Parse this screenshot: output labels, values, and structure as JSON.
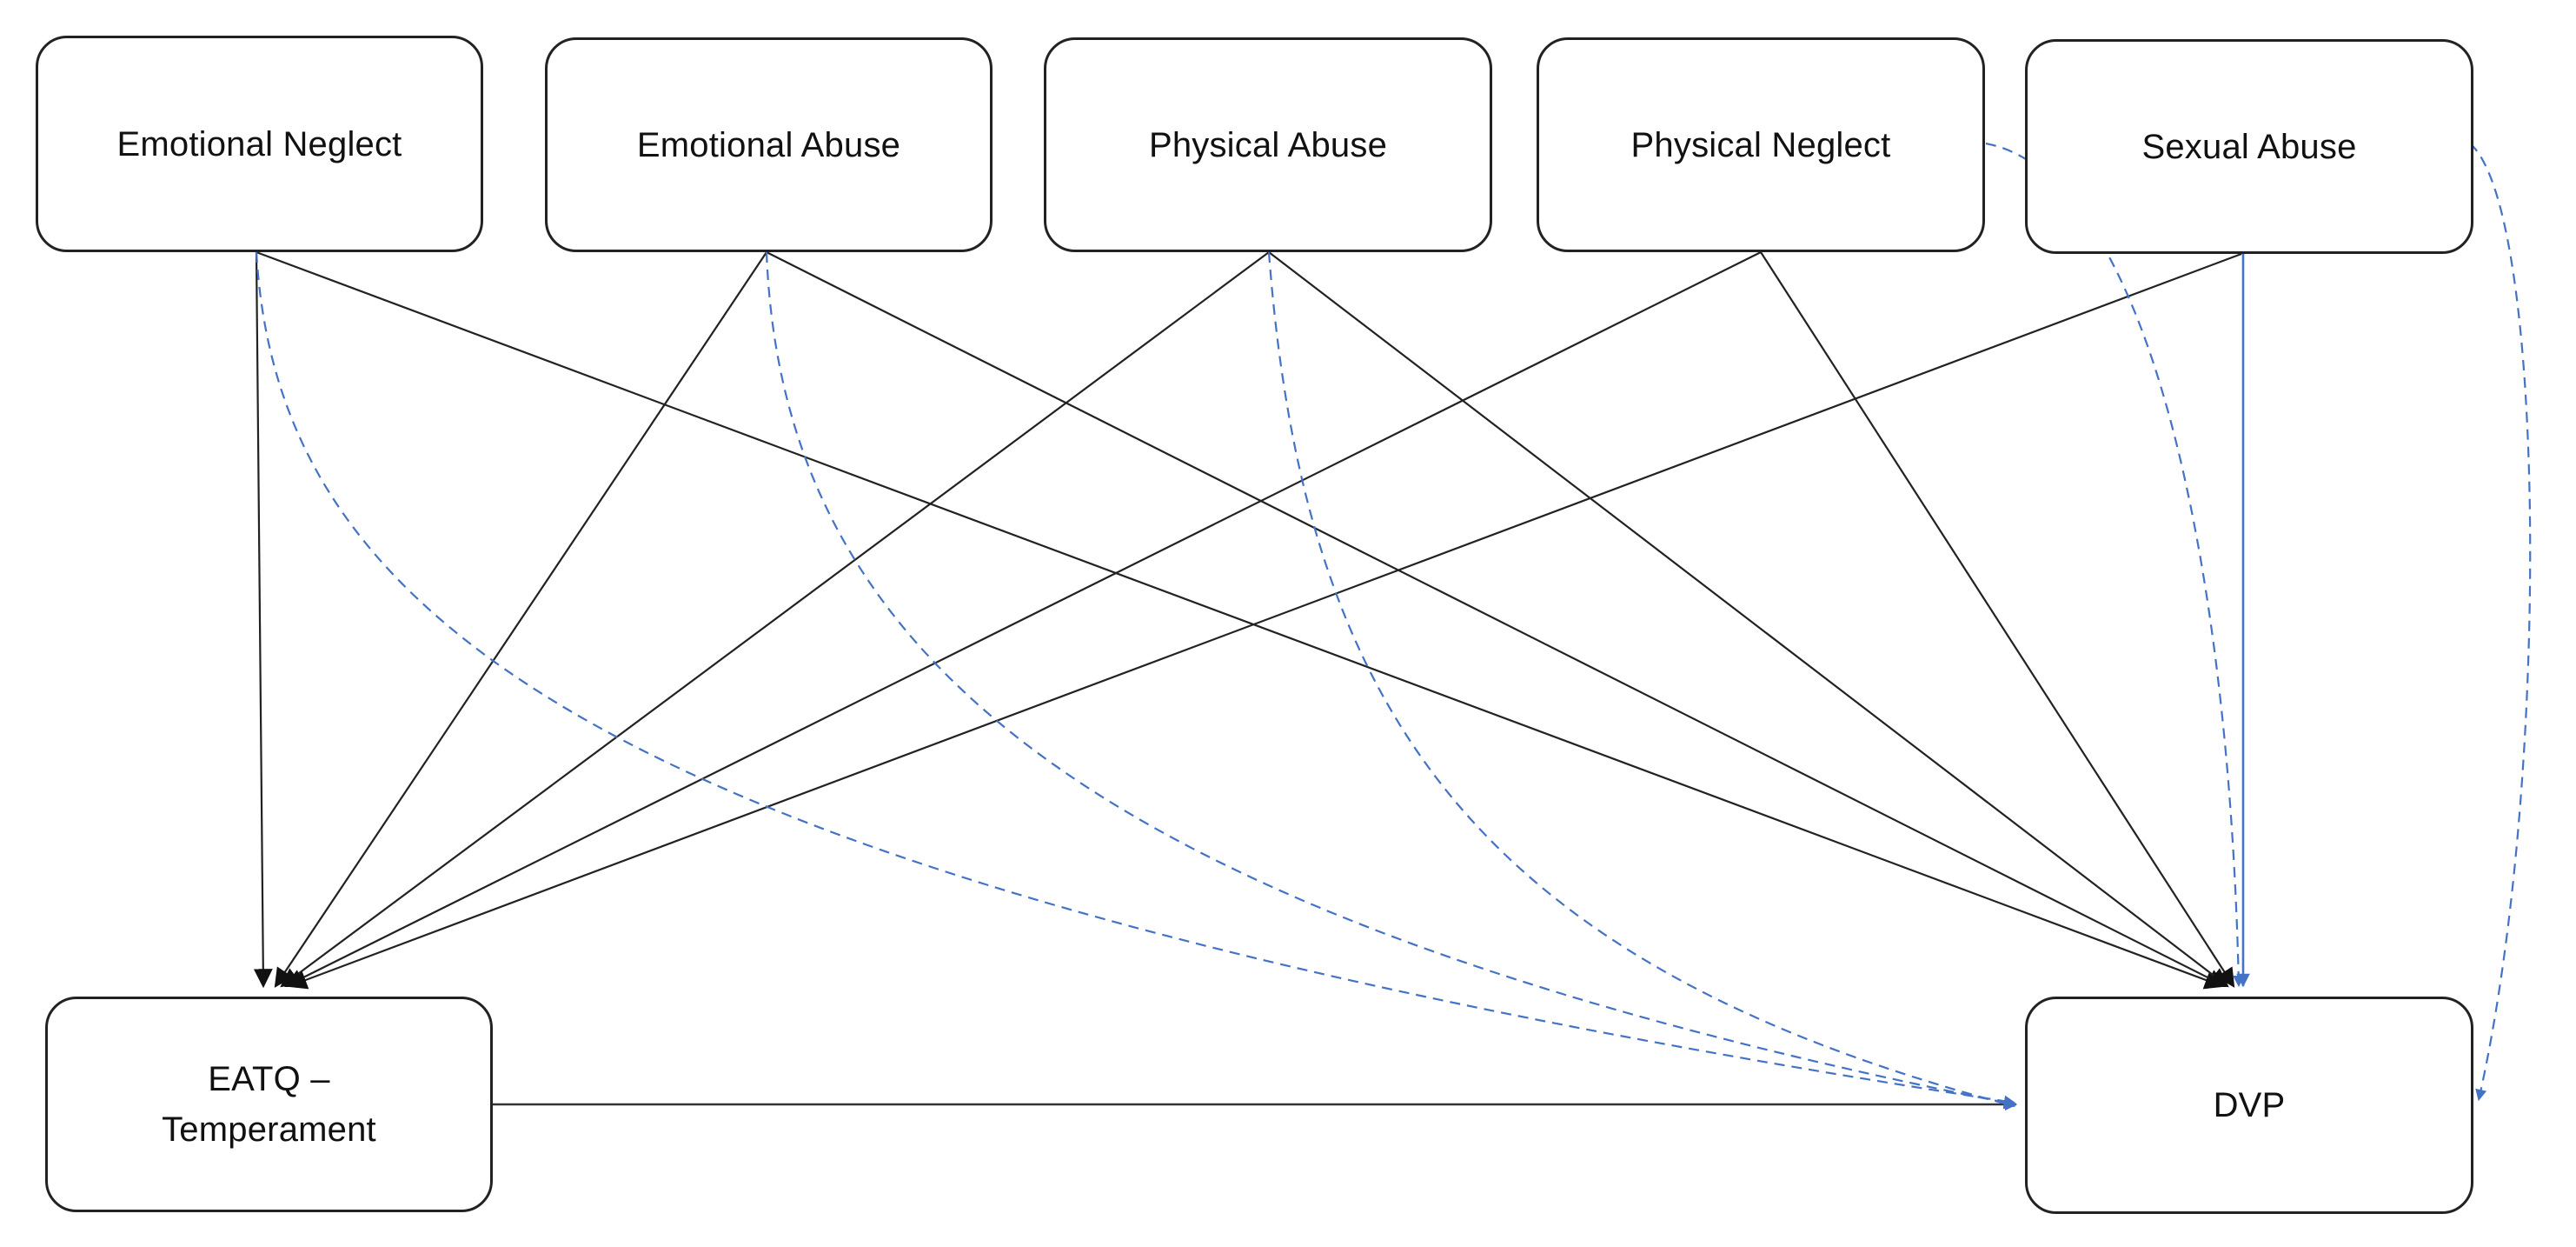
{
  "diagram": {
    "nodes": [
      {
        "id": "emotional_neglect",
        "label": "Emotional Neglect"
      },
      {
        "id": "emotional_abuse",
        "label": "Emotional Abuse"
      },
      {
        "id": "physical_abuse",
        "label": "Physical Abuse"
      },
      {
        "id": "physical_neglect",
        "label": "Physical Neglect"
      },
      {
        "id": "sexual_abuse",
        "label": "Sexual Abuse"
      },
      {
        "id": "eatq",
        "label": "EATQ – Temperament"
      },
      {
        "id": "dvp",
        "label": "DVP"
      }
    ],
    "edges": [
      {
        "from": "emotional_neglect",
        "to": "eatq",
        "style": "solid"
      },
      {
        "from": "emotional_neglect",
        "to": "dvp",
        "style": "solid"
      },
      {
        "from": "emotional_abuse",
        "to": "eatq",
        "style": "solid"
      },
      {
        "from": "emotional_abuse",
        "to": "dvp",
        "style": "solid"
      },
      {
        "from": "physical_abuse",
        "to": "eatq",
        "style": "solid"
      },
      {
        "from": "physical_abuse",
        "to": "dvp",
        "style": "solid"
      },
      {
        "from": "physical_neglect",
        "to": "eatq",
        "style": "solid"
      },
      {
        "from": "physical_neglect",
        "to": "dvp",
        "style": "solid"
      },
      {
        "from": "sexual_abuse",
        "to": "eatq",
        "style": "solid"
      },
      {
        "from": "sexual_abuse",
        "to": "dvp",
        "style": "solid"
      },
      {
        "from": "eatq",
        "to": "dvp",
        "style": "solid"
      },
      {
        "from": "emotional_neglect",
        "to": "dvp",
        "style": "dashed"
      },
      {
        "from": "emotional_abuse",
        "to": "dvp",
        "style": "dashed"
      },
      {
        "from": "physical_abuse",
        "to": "dvp",
        "style": "dashed"
      },
      {
        "from": "physical_neglect",
        "to": "dvp",
        "style": "dashed"
      },
      {
        "from": "sexual_abuse",
        "to": "dvp",
        "style": "dashed"
      }
    ],
    "colors": {
      "solid_edge": "#222222",
      "dashed_edge": "#4472C4",
      "node_border": "#222222"
    }
  }
}
